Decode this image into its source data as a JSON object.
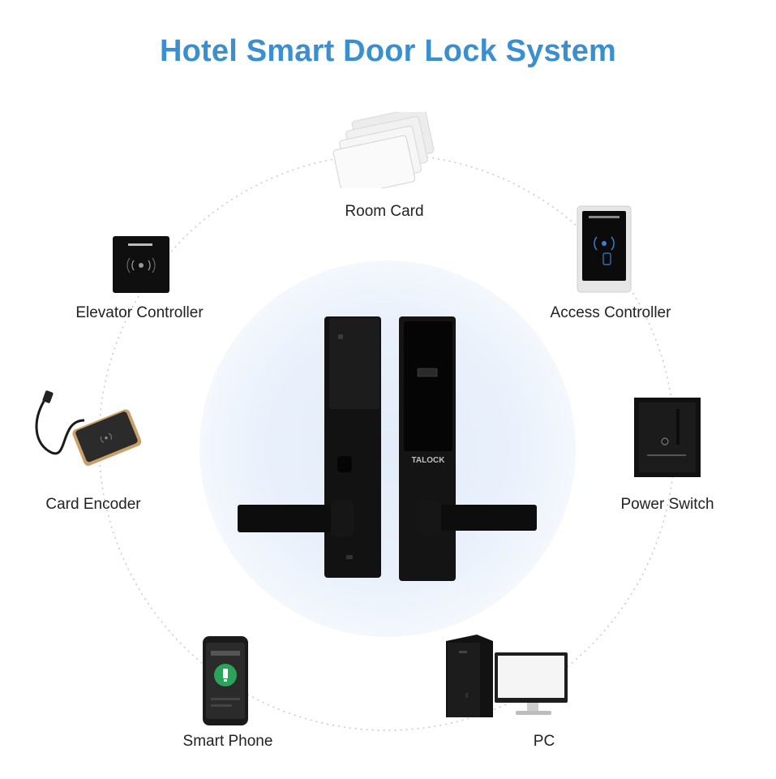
{
  "title": "Hotel Smart Door Lock System",
  "center": {
    "device": "door-lock",
    "brand": "TALOCK"
  },
  "peripherals": [
    {
      "label": "Room Card",
      "icon": "room-card-icon"
    },
    {
      "label": "Access Controller",
      "icon": "access-controller-icon"
    },
    {
      "label": "Power Switch",
      "icon": "power-switch-icon"
    },
    {
      "label": "PC",
      "icon": "pc-icon"
    },
    {
      "label": "Smart Phone",
      "icon": "smart-phone-icon"
    },
    {
      "label": "Card Encoder",
      "icon": "card-encoder-icon"
    },
    {
      "label": "Elevator Controller",
      "icon": "elevator-controller-icon"
    }
  ],
  "colors": {
    "title": "#3a8fd0",
    "center_glow": "#e8effa",
    "device_black": "#111111"
  }
}
